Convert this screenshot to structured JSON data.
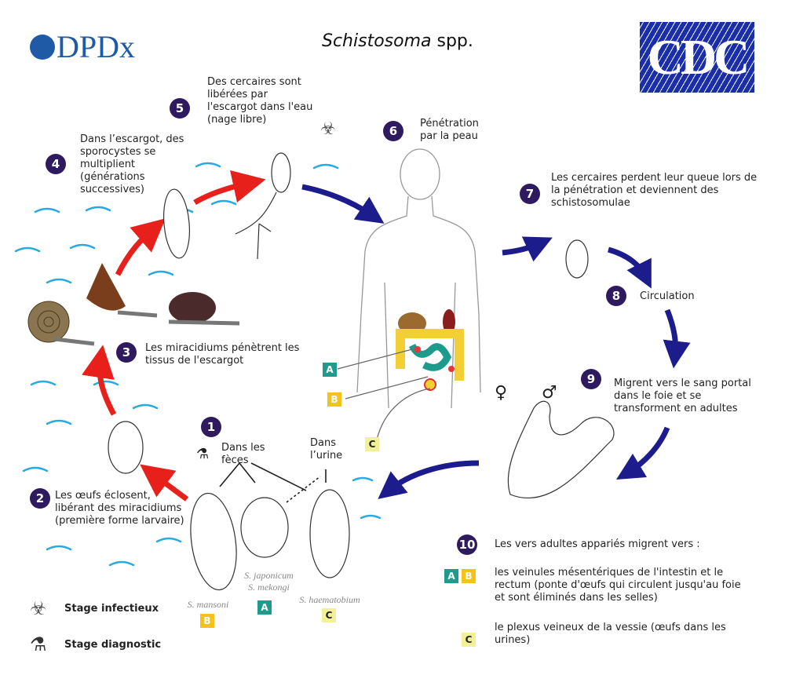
{
  "header": {
    "logo_left": "DPDx",
    "title_italic": "Schistosoma",
    "title_suffix": " spp.",
    "logo_right": "CDC"
  },
  "steps": [
    {
      "num": "1",
      "label_feces": "Dans les\nfèces",
      "label_urine": "Dans\nl’urine"
    },
    {
      "num": "2",
      "text": "Les œufs éclosent, libérant des miracidiums (première forme larvaire)"
    },
    {
      "num": "3",
      "text": "Les miracidiums pénètrent les tissus de l'escargot"
    },
    {
      "num": "4",
      "text": "Dans l’escargot, des sporocystes se multiplient (générations successives)"
    },
    {
      "num": "5",
      "text": "Des cercaires sont libérées par l'escargot dans l'eau (nage libre)"
    },
    {
      "num": "6",
      "text": "Pénétration par la peau"
    },
    {
      "num": "7",
      "text": "Les cercaires perdent leur queue lors de la pénétration et deviennent des schistosomulae"
    },
    {
      "num": "8",
      "text": "Circulation"
    },
    {
      "num": "9",
      "text": "Migrent vers le sang portal dans le foie et se transforment en adultes"
    },
    {
      "num": "10",
      "text": "Les vers adultes appariés migrent vers :"
    }
  ],
  "step10_items": [
    {
      "badges": [
        "A",
        "B"
      ],
      "text": "les veinules mésentériques de l'intestin et le rectum (ponte d'œufs qui circulent jusqu'au foie et sont éliminés dans les selles)"
    },
    {
      "badges": [
        "C"
      ],
      "text": "le plexus veineux de la vessie (œufs dans les urines)"
    }
  ],
  "eggs": [
    {
      "species": "S. mansoni",
      "badge": "B"
    },
    {
      "species": "S. japonicum\nS. mekongi",
      "badge": "A"
    },
    {
      "species": "S. haematobium",
      "badge": "C"
    }
  ],
  "body_badges": [
    "A",
    "B",
    "C"
  ],
  "sex_symbols": {
    "female": "♀",
    "male": "♂"
  },
  "legend": [
    {
      "icon": "biohazard-icon",
      "label": "Stage infectieux"
    },
    {
      "icon": "microscope-icon",
      "label": "Stage diagnostic"
    }
  ],
  "colors": {
    "step_circle": "#2e1a5e",
    "red_arrow": "#e8201c",
    "blue_arrow": "#1c1c8c",
    "badge_A": "#1f9a8c",
    "badge_B": "#f4c21b",
    "badge_C": "#f3f09a",
    "water": "#29a9e0",
    "cdc_blue": "#1a2ea8",
    "dpdx_blue": "#1f5aa6"
  }
}
